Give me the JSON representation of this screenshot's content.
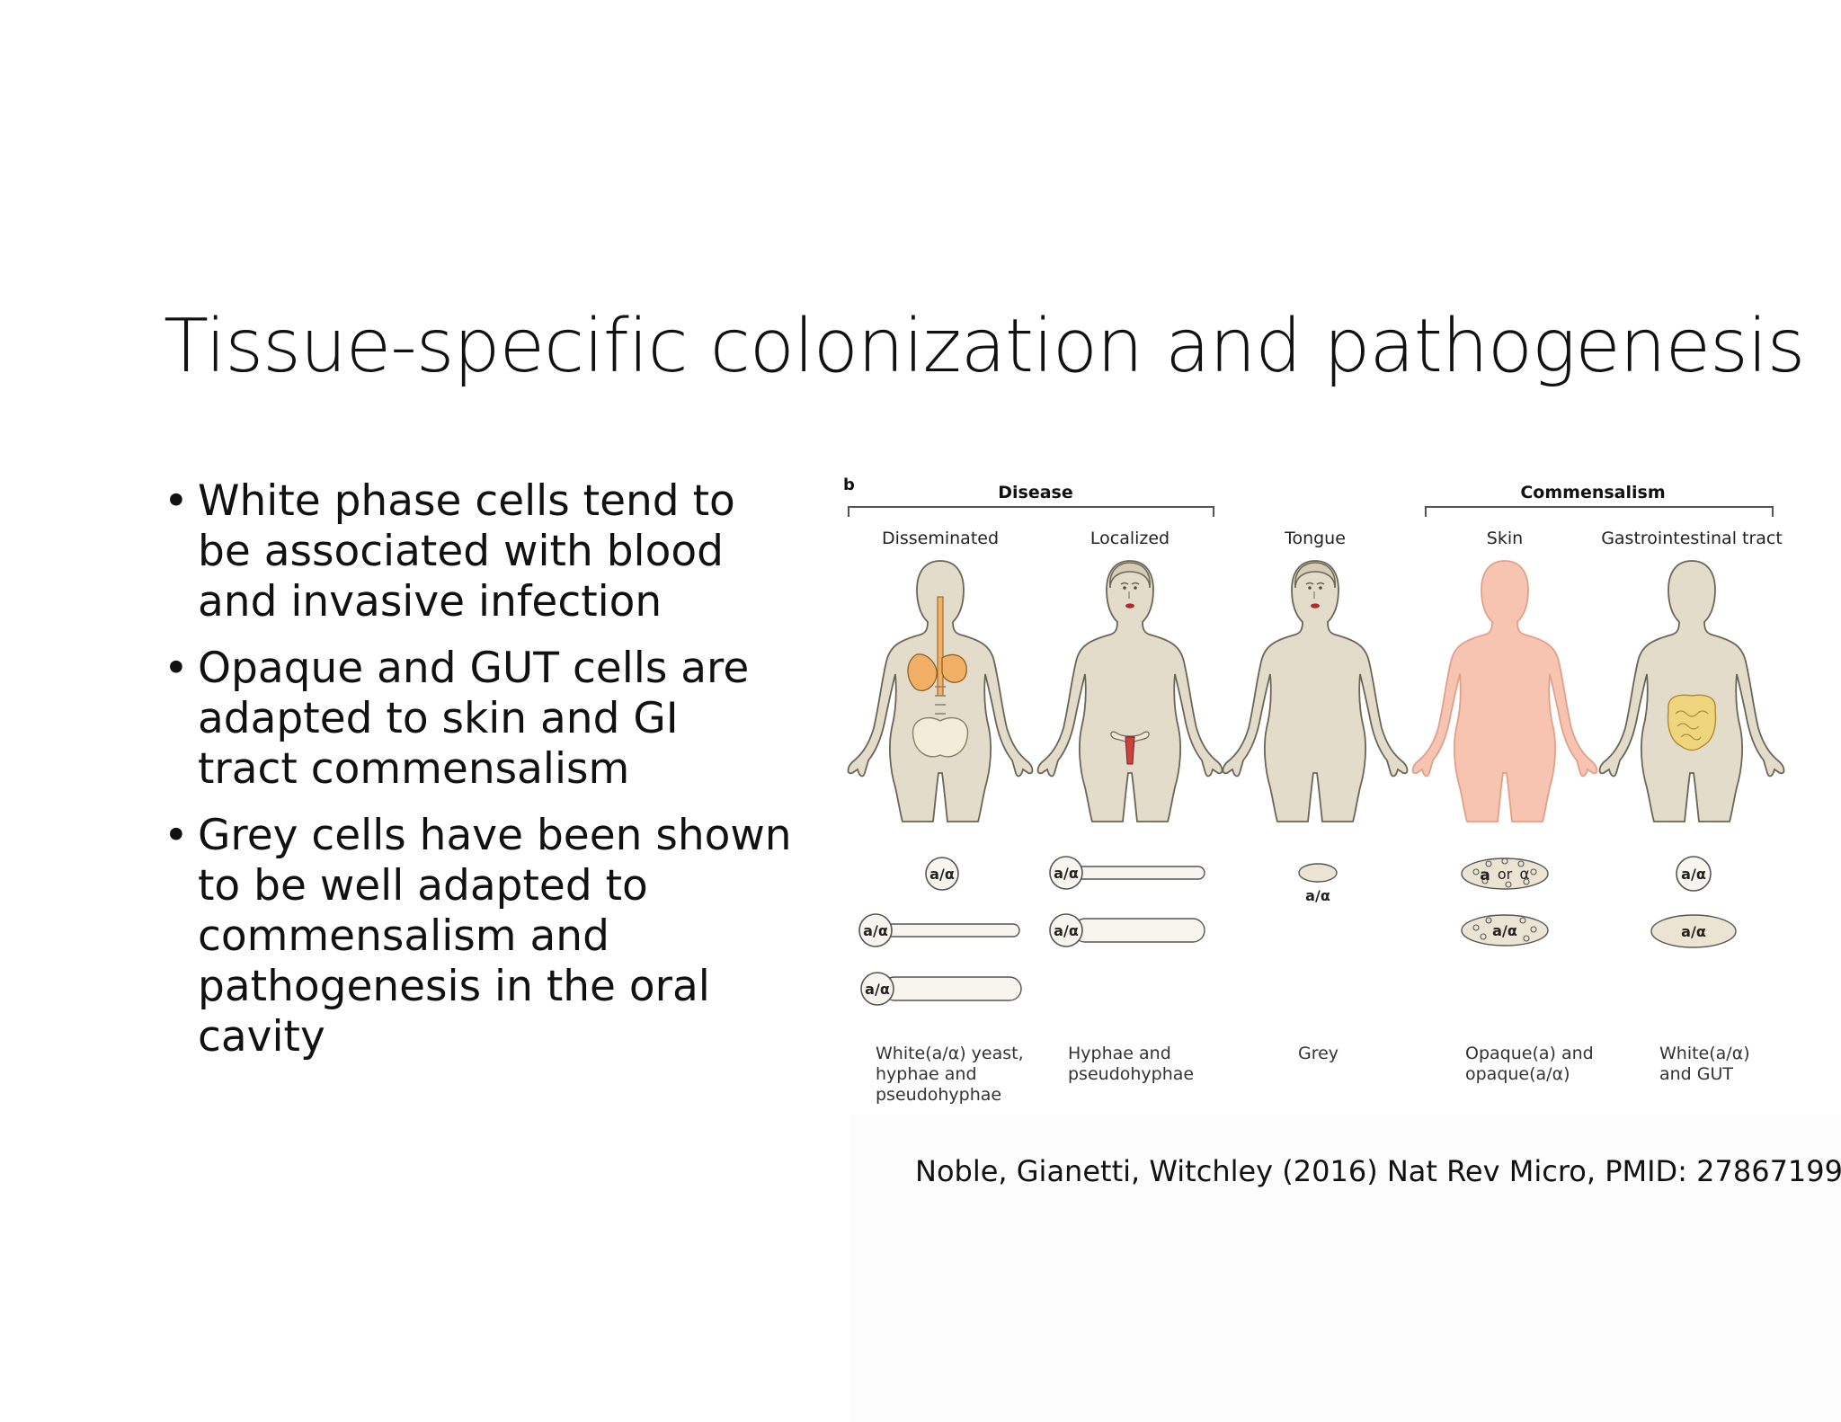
{
  "slide": {
    "title": "Tissue-specific colonization and pathogenesis",
    "bullets": [
      {
        "lines": [
          "White phase cells tend to",
          "be associated with blood",
          "and invasive infection"
        ]
      },
      {
        "lines": [
          "Opaque and GUT cells are",
          "adapted to skin and GI",
          "tract commensalism"
        ]
      },
      {
        "lines": [
          "Grey cells have been shown",
          "to be well adapted to",
          "commensalism and",
          "pathogenesis in the oral",
          "cavity"
        ]
      }
    ],
    "bullet_char": "•",
    "citation": "Noble, Gianetti, Witchley (2016) Nat Rev Micro, PMID: 27867199"
  },
  "figure": {
    "panel_letter": "b",
    "groups": {
      "disease": "Disease",
      "commensalism": "Commensalism"
    },
    "sites": [
      "Disseminated",
      "Localized",
      "Tongue",
      "Skin",
      "Gastrointestinal tract"
    ],
    "cell_label": "a/α",
    "cell_label_a": "a",
    "cell_label_or": "or",
    "cell_label_alpha": "α",
    "captions": {
      "disseminated": [
        "White(a/α) yeast,",
        "hyphae and",
        "pseudohyphae"
      ],
      "localized": [
        "Hyphae and",
        "pseudohyphae"
      ],
      "tongue": [
        "Grey"
      ],
      "skin": [
        "Opaque(a) and",
        "opaque(a/α)"
      ],
      "gi": [
        "White(a/α)",
        "and GUT"
      ]
    },
    "colors": {
      "body": "#e3dccb",
      "body_outline": "#6b6558",
      "skin_body": "#f6c4b0",
      "organ_orange": "#f2b066",
      "uterus_red": "#c8443c",
      "intestine": "#efd57e",
      "cell_fill": "#ebe4d3"
    }
  }
}
